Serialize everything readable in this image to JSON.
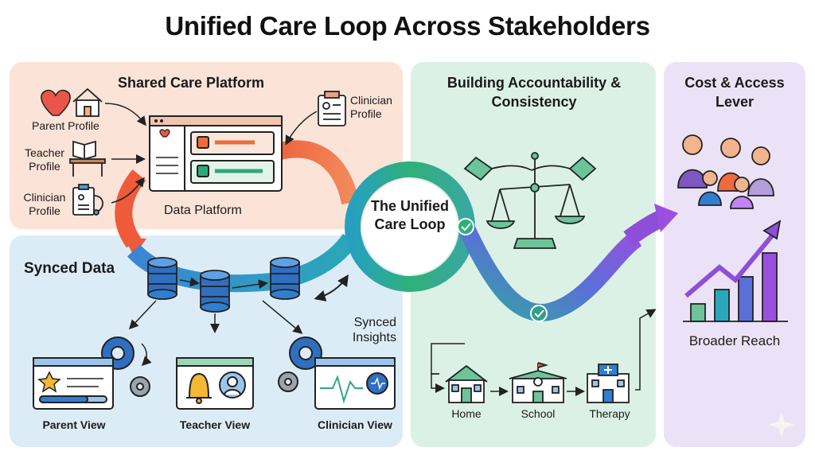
{
  "title": "Unified Care Loop Across Stakeholders",
  "shared_platform": {
    "heading": "Shared Care Platform",
    "parent_profile": "Parent Profile",
    "teacher_profile": "Teacher Profile",
    "clinician_profile_left": "Clinician Profile",
    "clinician_profile_right": "Clinician Profile",
    "data_platform": "Data Platform"
  },
  "synced": {
    "heading": "Synced Data",
    "insights": "Synced Insights",
    "parent_view": "Parent View",
    "teacher_view": "Teacher View",
    "clinician_view": "Clinician View"
  },
  "loop": {
    "center": "The Unified Care Loop"
  },
  "accountability": {
    "heading": "Building Accountability & Consistency",
    "home": "Home",
    "school": "School",
    "therapy": "Therapy"
  },
  "cost": {
    "heading": "Cost & Access Lever",
    "broader_reach": "Broader Reach"
  },
  "colors": {
    "panel_peach": "#fbe3d8",
    "panel_blue": "#dcecf7",
    "panel_green": "#dcf1e6",
    "panel_purple": "#ece2f7",
    "accent_orange": "#ef6a3d",
    "accent_blue": "#2f7fd0",
    "accent_green": "#2fa87c",
    "accent_purple": "#8e4fd8"
  }
}
